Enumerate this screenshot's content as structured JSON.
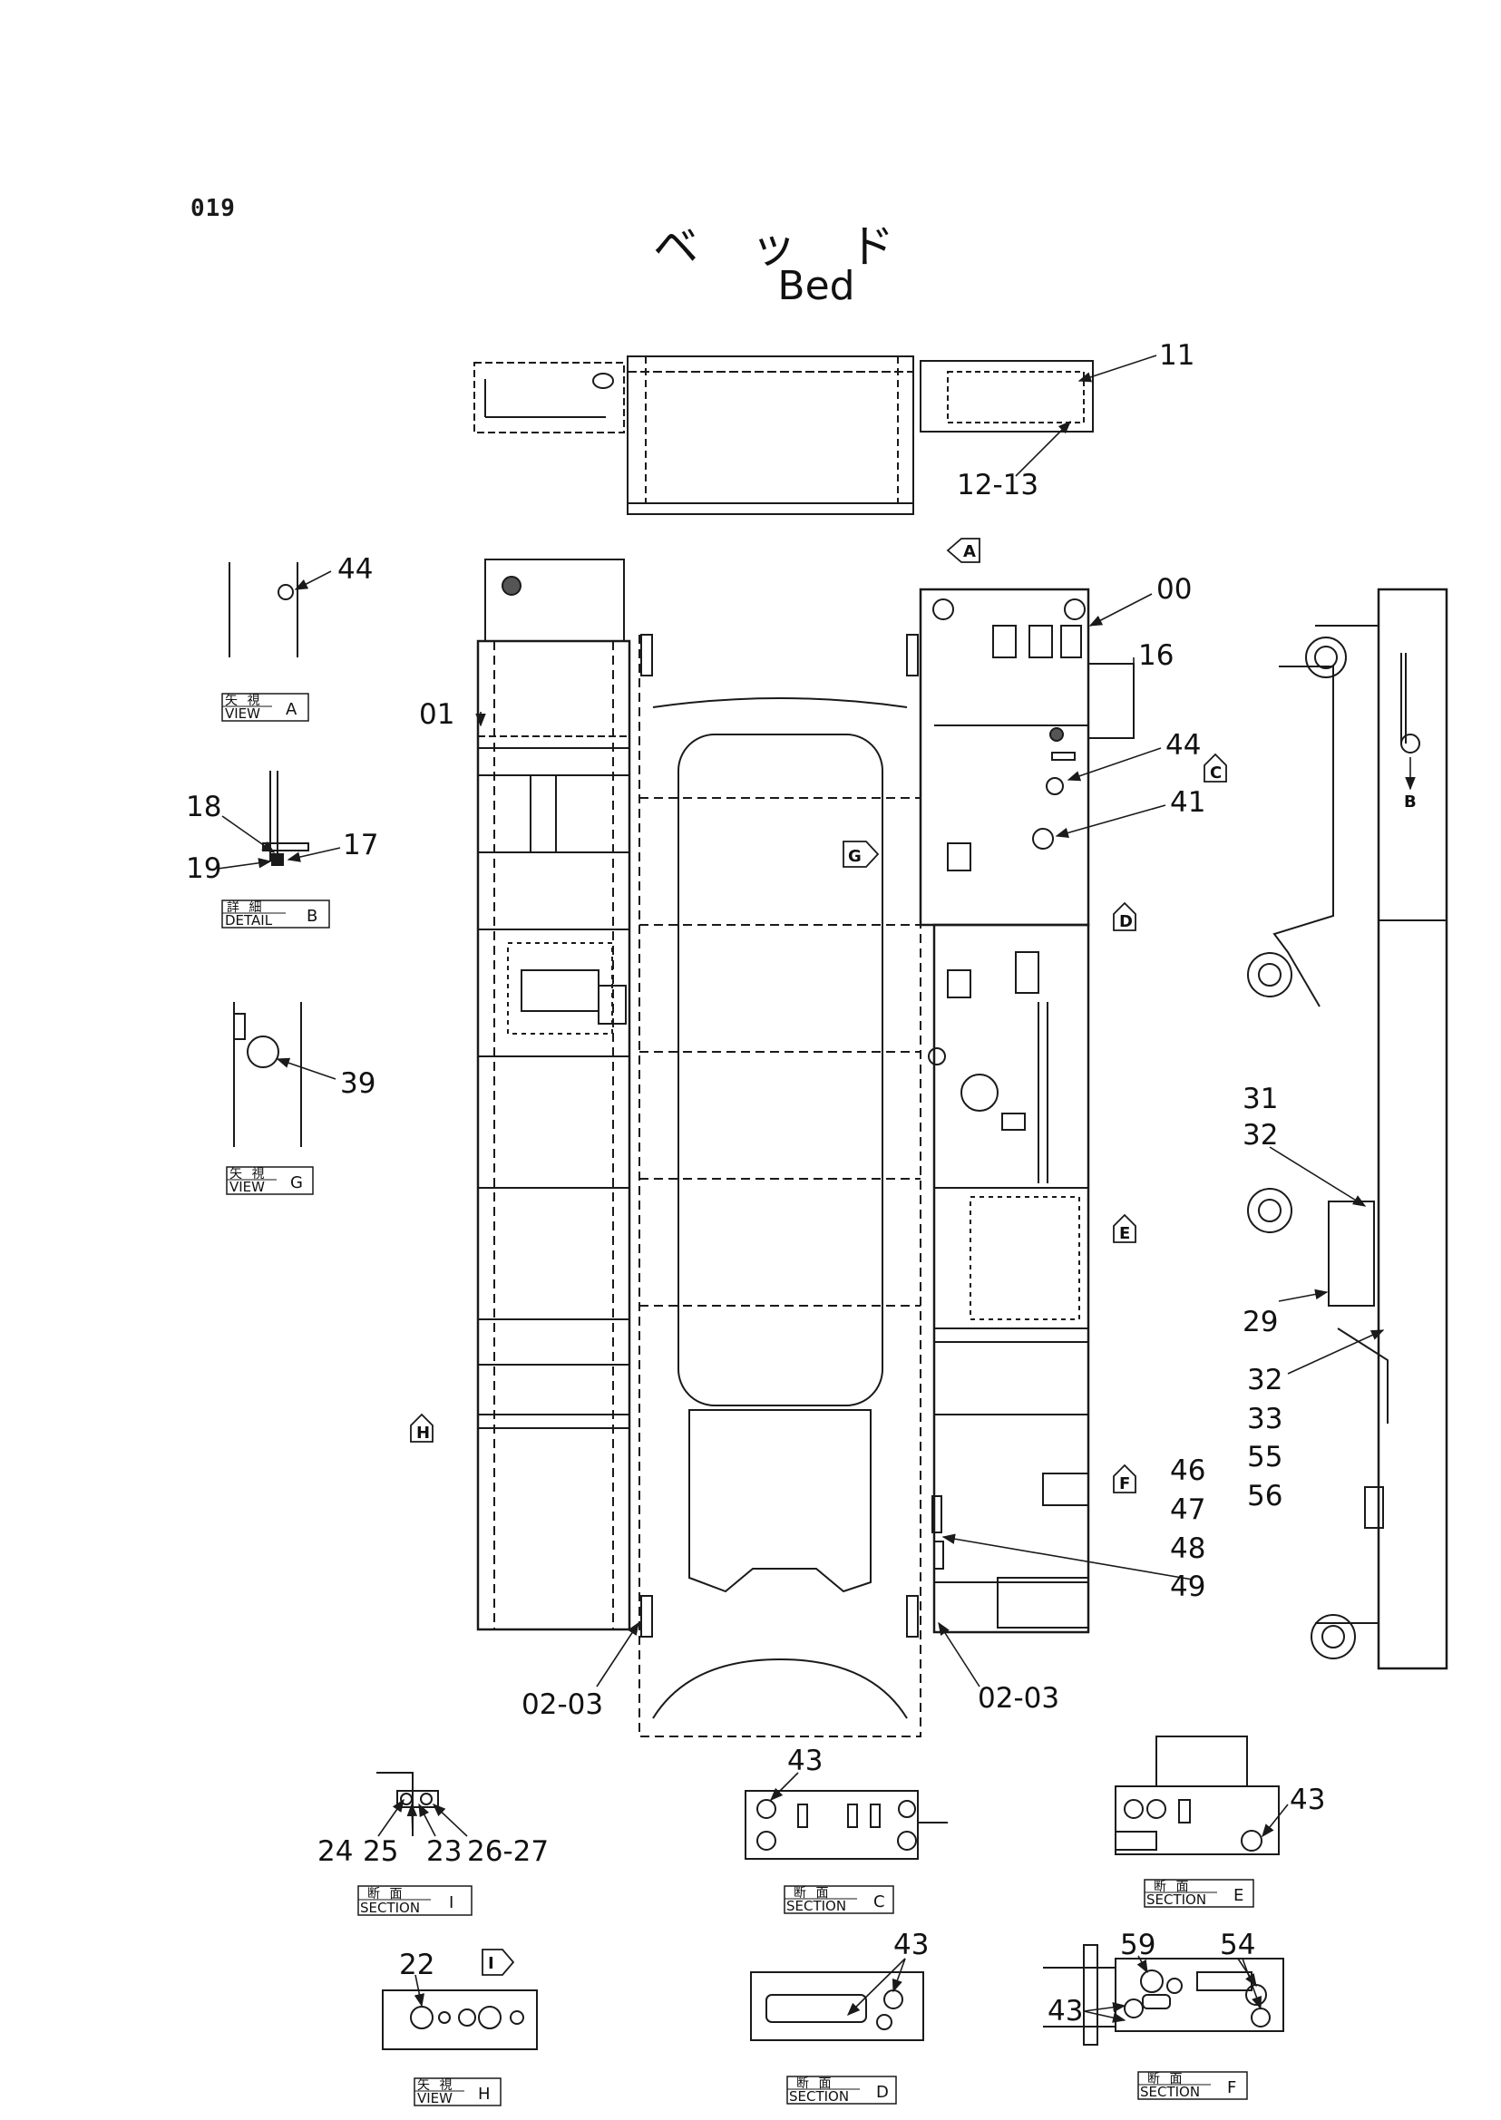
{
  "page_number": "019",
  "title_jp": "ベッド",
  "title_en": "Bed",
  "callouts": {
    "c11": "11",
    "c12_13": "12-13",
    "c00": "00",
    "c16": "16",
    "c44_main": "44",
    "c41": "41",
    "c01": "01",
    "c44_viewA": "44",
    "c18": "18",
    "c17": "17",
    "c19": "19",
    "c39": "39",
    "c31": "31",
    "c32a": "32",
    "c29": "29",
    "c32b": "32",
    "c33": "33",
    "c55": "55",
    "c56": "56",
    "c46": "46",
    "c47": "47",
    "c48": "48",
    "c49": "49",
    "c0203_left": "02-03",
    "c0203_right": "02-03",
    "c43_secC": "43",
    "c43_secE": "43",
    "c24": "24",
    "c25": "25",
    "c23": "23",
    "c26_27": "26-27",
    "c22": "22",
    "c43_secD": "43",
    "c59": "59",
    "c54": "54",
    "c43_secF": "43"
  },
  "view_refs": {
    "A": "A",
    "C": "C",
    "G": "G",
    "D": "D",
    "E": "E",
    "F": "F",
    "H": "H",
    "I": "I",
    "B": "B"
  },
  "view_tags": {
    "view_a": {
      "jp": "矢 視",
      "en": "VIEW",
      "letter": "A"
    },
    "detail_b": {
      "jp": "詳 細",
      "en": "DETAIL",
      "letter": "B"
    },
    "view_g": {
      "jp": "矢 視",
      "en": "VIEW",
      "letter": "G"
    },
    "section_i": {
      "jp": "断 面",
      "en": "SECTION",
      "letter": "I"
    },
    "section_c": {
      "jp": "断 面",
      "en": "SECTION",
      "letter": "C"
    },
    "section_e": {
      "jp": "断 面",
      "en": "SECTION",
      "letter": "E"
    },
    "view_h": {
      "jp": "矢 視",
      "en": "VIEW",
      "letter": "H"
    },
    "section_d": {
      "jp": "断 面",
      "en": "SECTION",
      "letter": "D"
    },
    "section_f": {
      "jp": "断 面",
      "en": "SECTION",
      "letter": "F"
    }
  },
  "colors": {
    "ink": "#1a1a1a",
    "paper": "#ffffff"
  }
}
